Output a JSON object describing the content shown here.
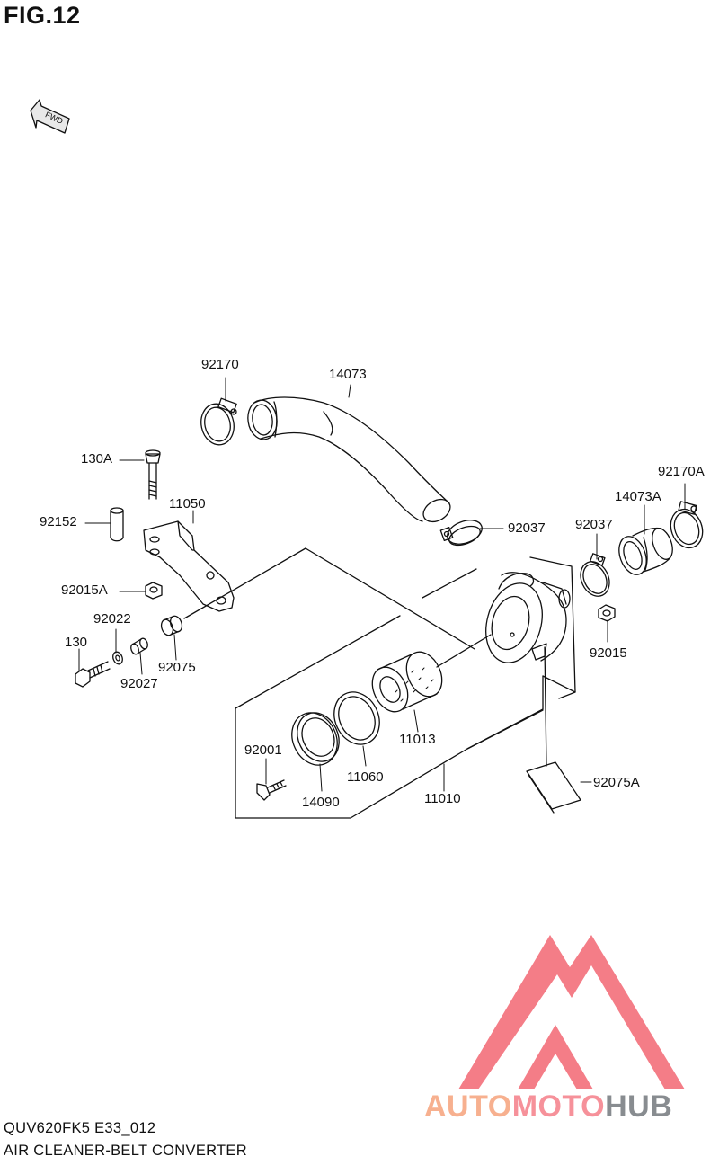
{
  "figure": {
    "title": "FIG.12"
  },
  "fwd_label": "FWD",
  "parts": [
    {
      "key": "p92170",
      "label": "92170"
    },
    {
      "key": "p14073",
      "label": "14073"
    },
    {
      "key": "p130A",
      "label": "130A"
    },
    {
      "key": "p11050",
      "label": "11050"
    },
    {
      "key": "p92152",
      "label": "92152"
    },
    {
      "key": "p92015A",
      "label": "92015A"
    },
    {
      "key": "p92022",
      "label": "92022"
    },
    {
      "key": "p130",
      "label": "130"
    },
    {
      "key": "p92075",
      "label": "92075"
    },
    {
      "key": "p92027",
      "label": "92027"
    },
    {
      "key": "p92037a",
      "label": "92037"
    },
    {
      "key": "p92037b",
      "label": "92037"
    },
    {
      "key": "p14073A",
      "label": "14073A"
    },
    {
      "key": "p92170A",
      "label": "92170A"
    },
    {
      "key": "p92015",
      "label": "92015"
    },
    {
      "key": "p11013",
      "label": "11013"
    },
    {
      "key": "p92001",
      "label": "92001"
    },
    {
      "key": "p11060",
      "label": "11060"
    },
    {
      "key": "p14090",
      "label": "14090"
    },
    {
      "key": "p11010",
      "label": "11010"
    },
    {
      "key": "p92075A",
      "label": "92075A"
    }
  ],
  "footer": {
    "code": "QUV620FK5 E33_012",
    "caption": "AIR CLEANER-BELT CONVERTER"
  },
  "watermark": {
    "part1": "AUTO",
    "part2": "MOTO",
    "part3": "HUB",
    "colors": {
      "auto": "#f7b08f",
      "moto": "#f6919a",
      "hub": "#888c90",
      "logo": "#f36f7b"
    }
  }
}
